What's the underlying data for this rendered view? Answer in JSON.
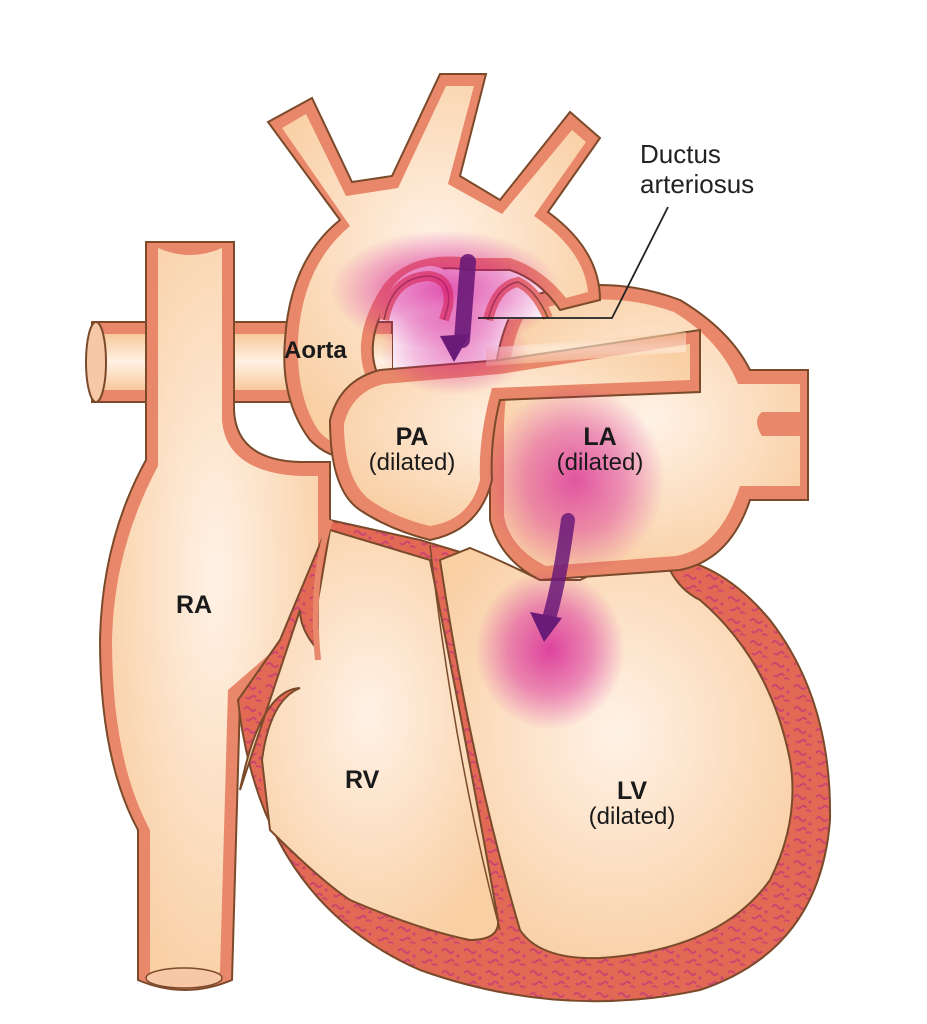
{
  "title": "Patent ductus arteriosus heart diagram",
  "colors": {
    "wall": "#e8876a",
    "wall_outline": "#7a4a2a",
    "chamber": "#fcd7b0",
    "chamber_light": "#fff0e2",
    "myocardium": "#e06a55",
    "myocardium_pattern": "#d04a70",
    "shunt_magenta": "#d4108f",
    "arrow_purple": "#6a1a78"
  },
  "labels": {
    "aorta": "Aorta",
    "pa": {
      "name": "PA",
      "note": "(dilated)"
    },
    "la": {
      "name": "LA",
      "note": "(dilated)"
    },
    "ra": "RA",
    "rv": "RV",
    "lv": {
      "name": "LV",
      "note": "(dilated)"
    }
  },
  "callout": {
    "line1": "Ductus",
    "line2": "arteriosus"
  },
  "flow_arrows": [
    {
      "name": "ductal-shunt",
      "from": "aorta",
      "to": "pulmonary-artery"
    },
    {
      "name": "mitral-flow",
      "from": "left-atrium",
      "to": "left-ventricle"
    }
  ]
}
